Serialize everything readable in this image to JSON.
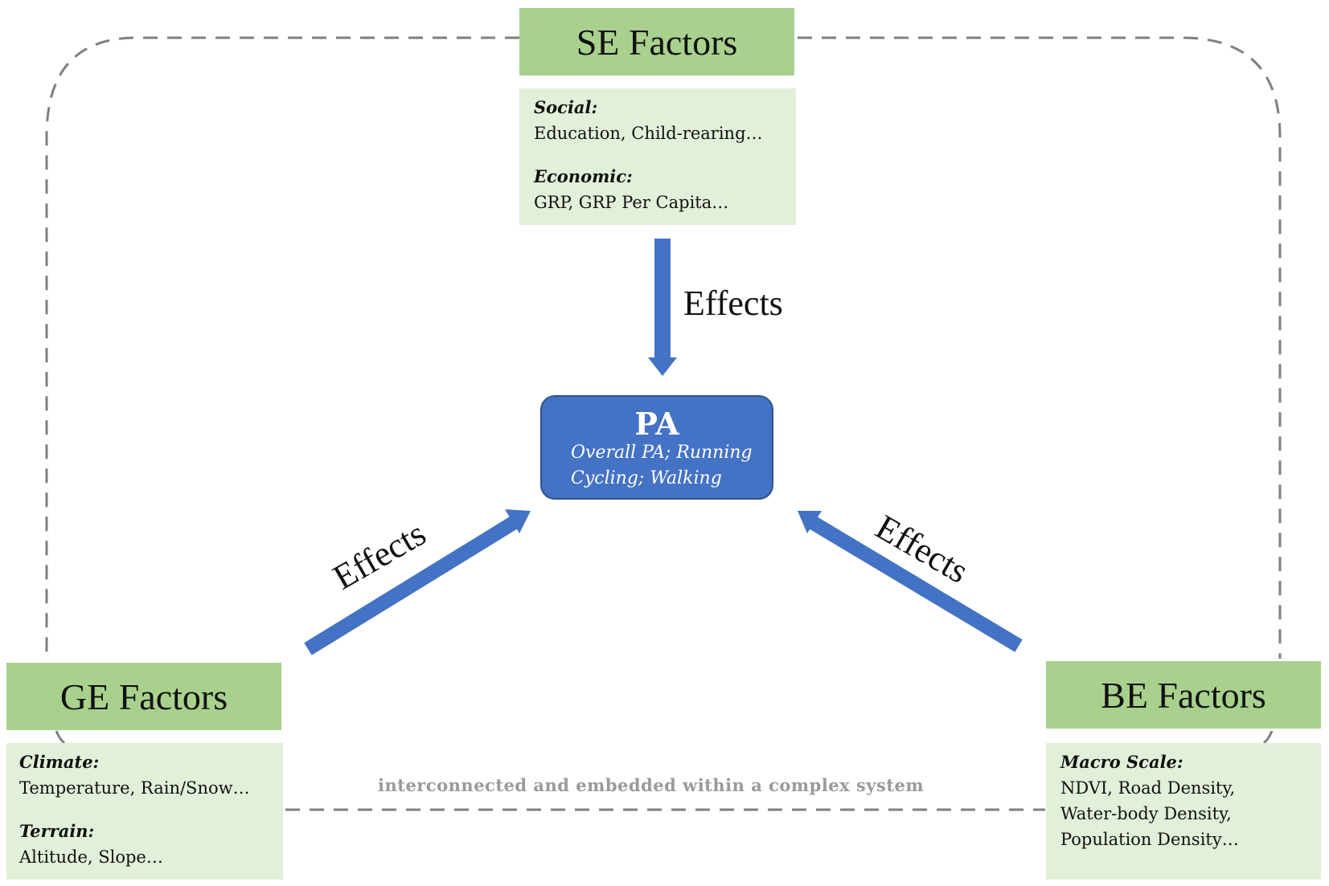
{
  "nodes": {
    "se": {
      "title": "SE Factors",
      "cat1": "Social:",
      "items1": "Education, Child-rearing…",
      "cat2": "Economic:",
      "items2": "GRP, GRP Per Capita…"
    },
    "ge": {
      "title": "GE Factors",
      "cat1": "Climate:",
      "items1": "Temperature, Rain/Snow…",
      "cat2": "Terrain:",
      "items2": "Altitude, Slope…"
    },
    "be": {
      "title": "BE Factors",
      "cat1": "Macro Scale:",
      "items1": "NDVI, Road Density,",
      "items2": "Water-body Density,",
      "items3": "Population Density…"
    },
    "pa": {
      "title": "PA",
      "line1": "Overall PA; Running",
      "line2": "Cycling; Walking"
    }
  },
  "edges": {
    "effects_label": "Effects"
  },
  "system_note": "interconnected and embedded within a complex system",
  "colors": {
    "factor_header": "#a9d18e",
    "factor_body": "#e2efd9",
    "pa_fill": "#4472c4",
    "arrow": "#4472c4",
    "dashed_border": "#7f7f7f"
  }
}
